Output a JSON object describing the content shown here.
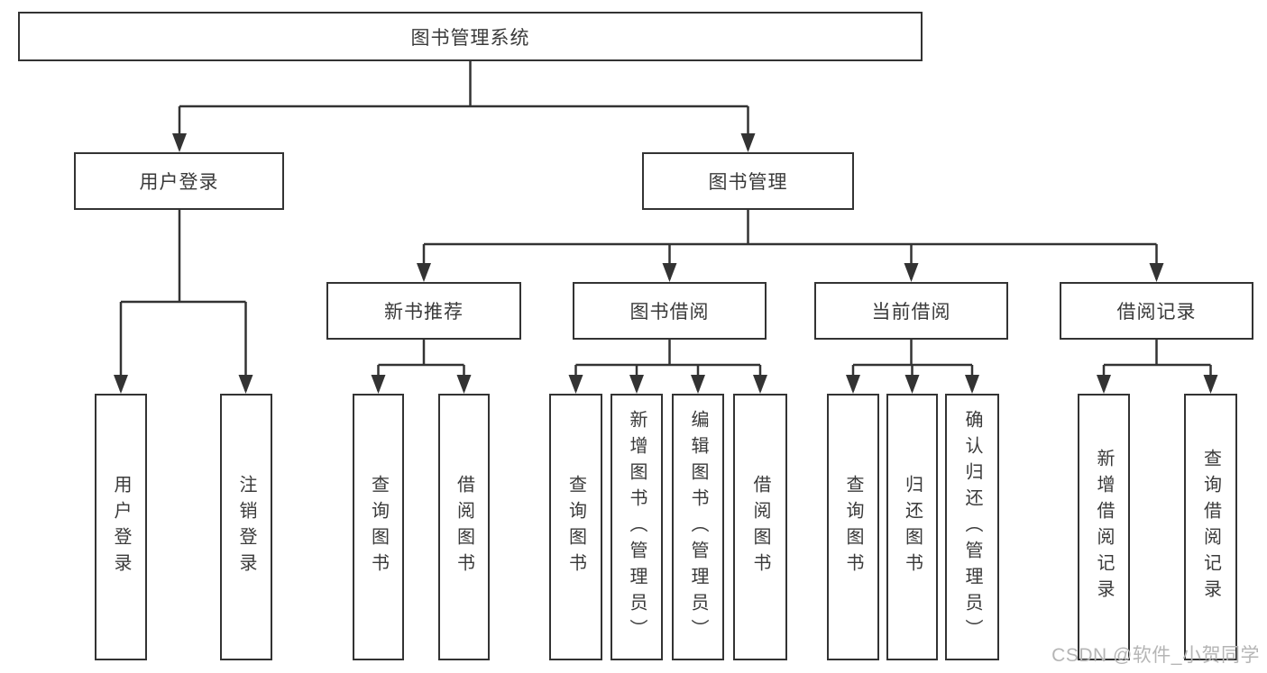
{
  "diagram": {
    "root": {
      "label": "图书管理系统"
    },
    "branches": [
      {
        "label": "用户登录"
      },
      {
        "label": "图书管理"
      }
    ],
    "modules": [
      {
        "label": "新书推荐"
      },
      {
        "label": "图书借阅"
      },
      {
        "label": "当前借阅"
      },
      {
        "label": "借阅记录"
      }
    ],
    "leaves": [
      {
        "label": "用户登录"
      },
      {
        "label": "注销登录"
      },
      {
        "label": "查询图书"
      },
      {
        "label": "借阅图书"
      },
      {
        "label": "查询图书"
      },
      {
        "label": "新增图书（管理员）"
      },
      {
        "label": "编辑图书（管理员）"
      },
      {
        "label": "借阅图书"
      },
      {
        "label": "查询图书"
      },
      {
        "label": "归还图书"
      },
      {
        "label": "确认归还（管理员）"
      },
      {
        "label": "新增借阅记录"
      },
      {
        "label": "查询借阅记录"
      }
    ]
  },
  "watermark": {
    "text": "CSDN @软件_小贺同学"
  },
  "colors": {
    "line": "#333333",
    "text": "#3a3a3a",
    "watermark": "#b5b5b5",
    "background": "#ffffff"
  }
}
